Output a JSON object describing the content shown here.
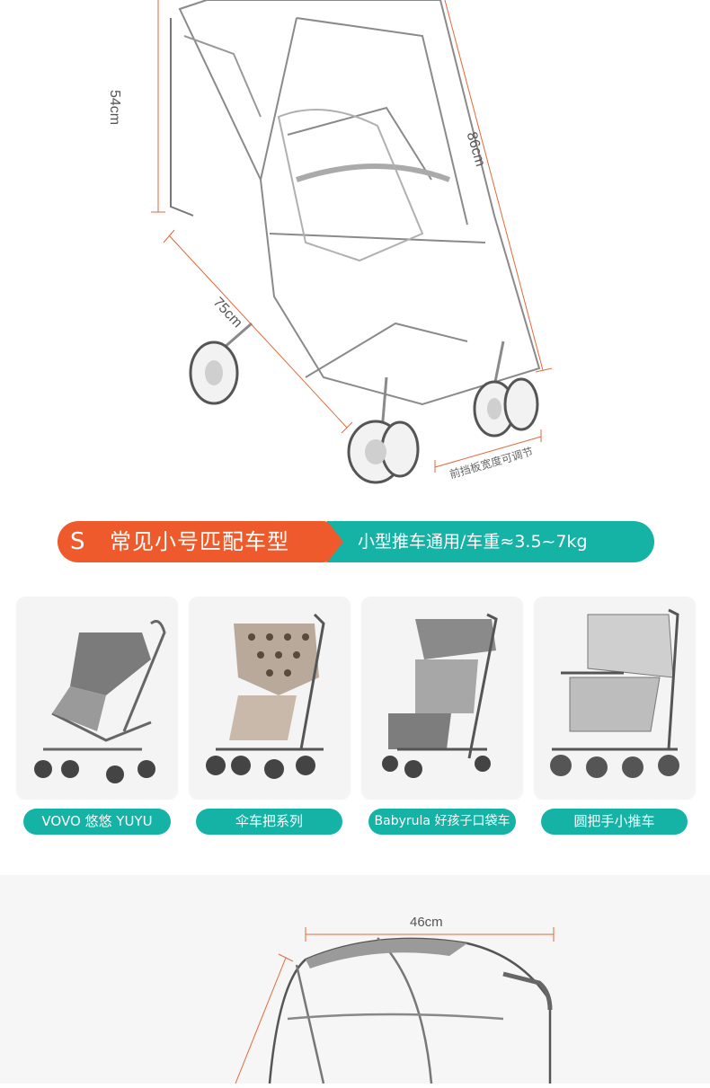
{
  "dimensions": {
    "height_label": "54cm",
    "length_label": "86cm",
    "depth_label": "75cm",
    "width_label": "46cm",
    "front_note": "前挡板宽度可调节"
  },
  "banner": {
    "letter": "S",
    "title": "常见小号匹配车型",
    "subtitle": "小型推车通用/车重≈3.5~7kg",
    "colors": {
      "left": "#ee5a2b",
      "right": "#14b3a5"
    }
  },
  "products": [
    {
      "label": "VOVO 悠悠 YUYU"
    },
    {
      "label": "伞车把系列"
    },
    {
      "label": "Babyrula 好孩子口袋车"
    },
    {
      "label": "圆把手小推车"
    }
  ],
  "accent_color": "#14b3a5"
}
